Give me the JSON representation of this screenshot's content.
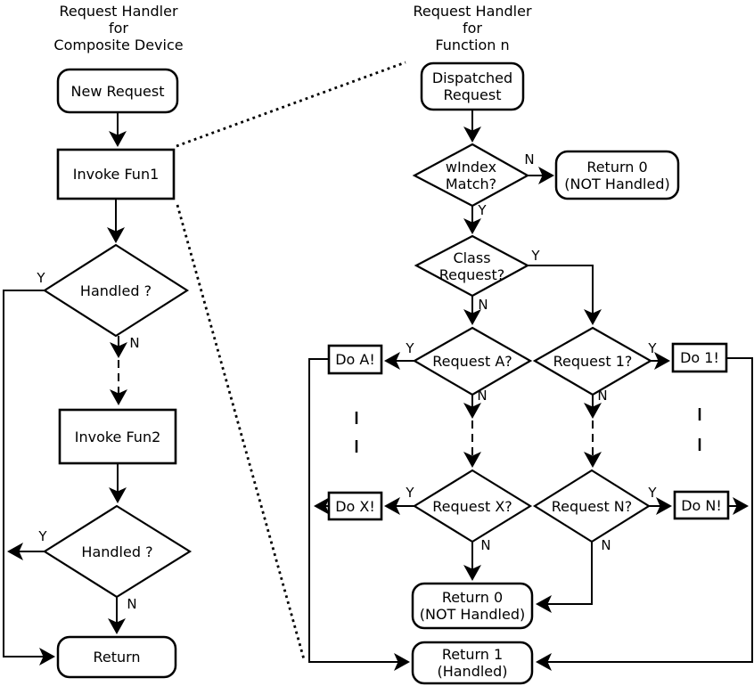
{
  "left": {
    "title": "Request Handler\nfor\nComposite Device",
    "nodes": {
      "new_request": "New Request",
      "invoke_fun1": "Invoke Fun1",
      "handled_1": "Handled ?",
      "invoke_fun2": "Invoke Fun2",
      "handled_2": "Handled ?",
      "return": "Return"
    },
    "branch_labels": {
      "handled_1_yes": "Y",
      "handled_1_no": "N",
      "handled_2_yes": "Y",
      "handled_2_no": "N"
    }
  },
  "right": {
    "title": "Request Handler\nfor\nFunction n",
    "nodes": {
      "dispatched_request": "Dispatched\nRequest",
      "windex_match": "wIndex\nMatch?",
      "return_0_top": "Return 0\n(NOT Handled)",
      "class_request": "Class\nRequest?",
      "request_a": "Request A?",
      "do_a": "Do A!",
      "request_1": "Request 1?",
      "do_1": "Do 1!",
      "request_x": "Request X?",
      "do_x": "Do X!",
      "request_n": "Request N?",
      "do_n": "Do N!",
      "return_0_bottom": "Return 0\n(NOT Handled)",
      "return_1": "Return 1\n(Handled)"
    },
    "branch_labels": {
      "windex_no": "N",
      "windex_yes": "Y",
      "class_yes": "Y",
      "class_no": "N",
      "request_a_yes": "Y",
      "request_a_no": "N",
      "request_1_yes": "Y",
      "request_1_no": "N",
      "request_x_yes": "Y",
      "request_x_no": "N",
      "request_n_yes": "Y",
      "request_n_no": "N"
    }
  },
  "colors": {
    "stroke": "#000000",
    "fill": "#ffffff",
    "text": "#000000"
  }
}
